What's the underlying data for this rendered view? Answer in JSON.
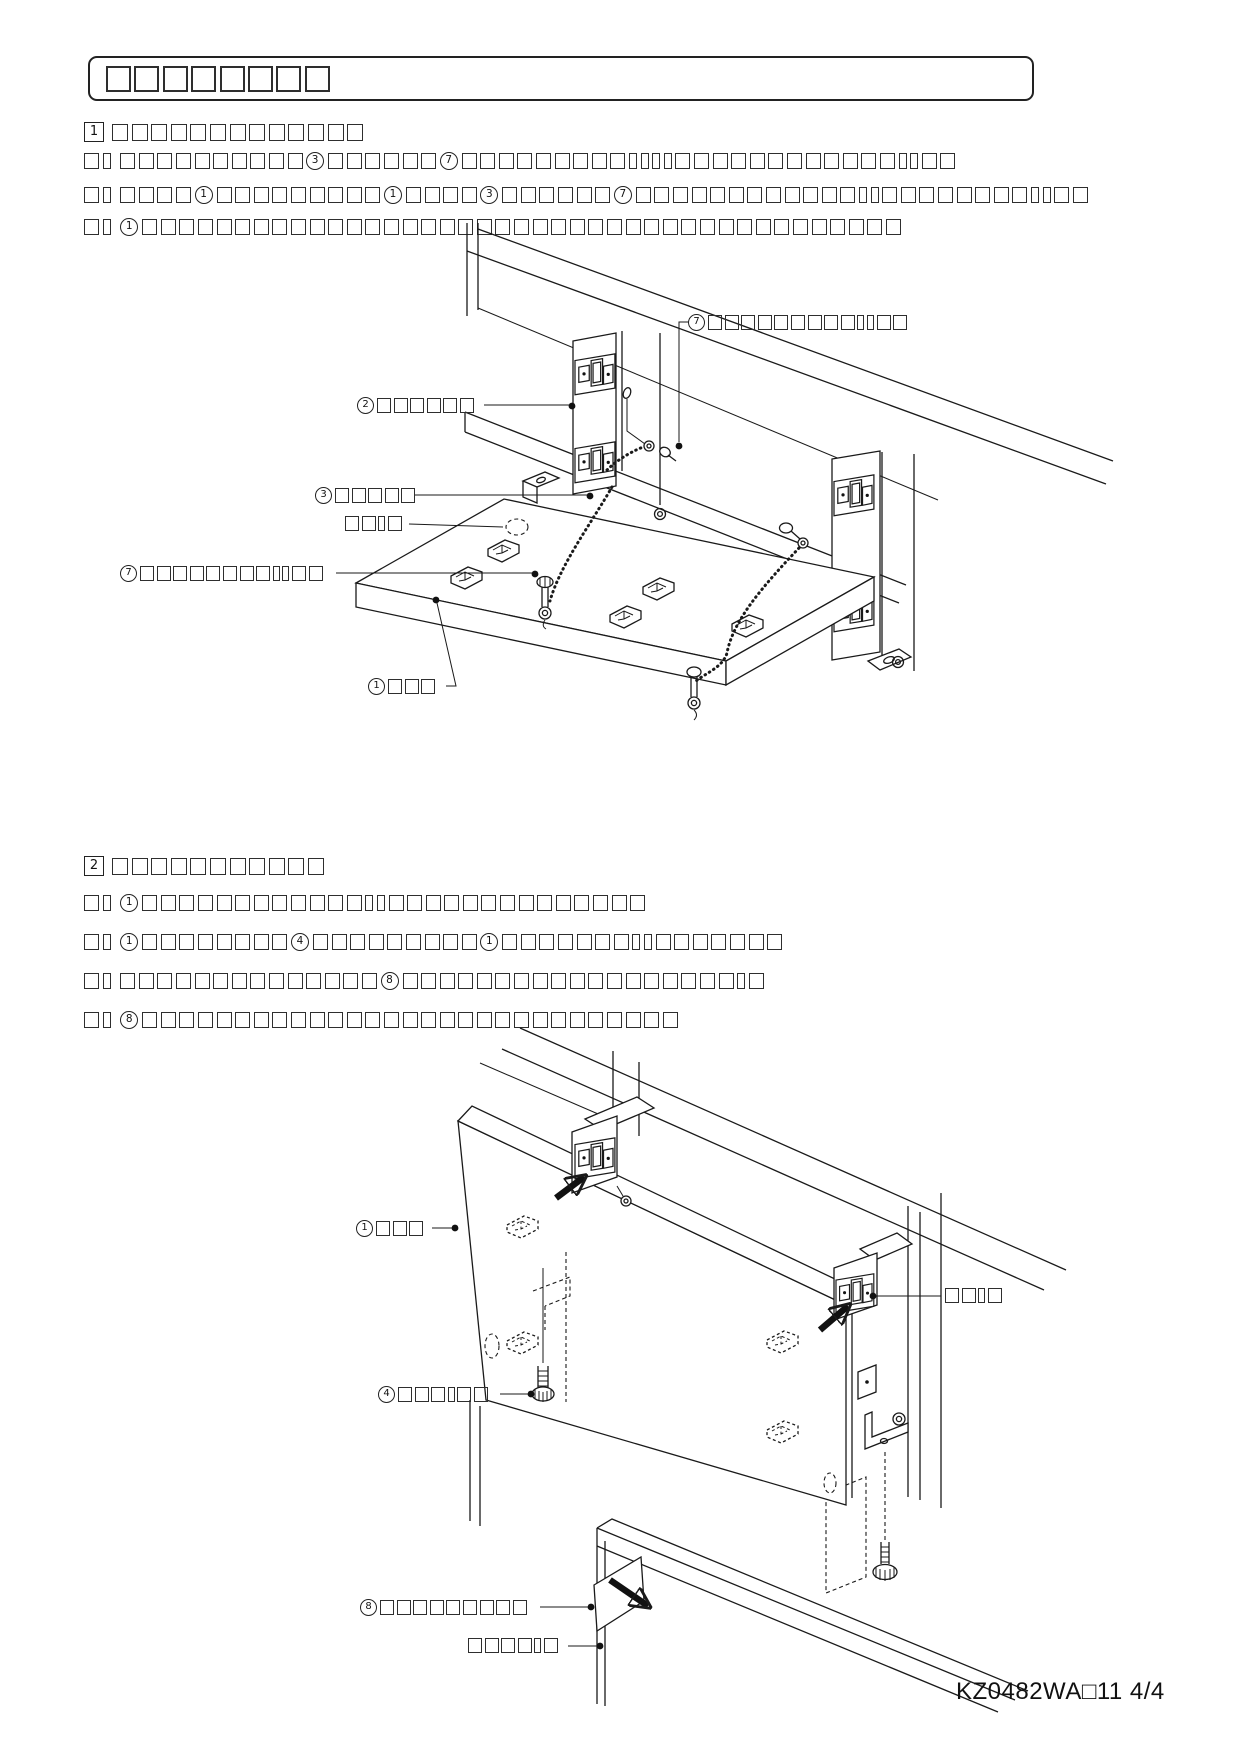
{
  "title": {
    "text": "□□□□□□□□"
  },
  "sections": [
    {
      "num": "1",
      "header": "□□□□□□□□□□□□□",
      "bullets": [
        "□▫ □□□□□□□□□□③□□□□□□⑦□□□□□□□□□▫▫▫▫□□□□□□□□□□□□▫▫□□",
        "□▫ □□□□①□□□□□□□□□①□□□□③□□□□□□⑦□□□□□□□□□□□□▫▫□□□□□□□□▫▫□□",
        "□▫ ①□□□□□□□□□□□□□□□□□□□□□□□□□□□□□□□□□□□□□□□□□"
      ]
    },
    {
      "num": "2",
      "header": "□□□□□□□□□□□",
      "bullets": [
        "□▫ ①□□□□□□□□□□□□▫▫□□□□□□□□□□□□□□",
        "□▫ ①□□□□□□□□④□□□□□□□□□①□□□□□□□▫▫□□□□□□□",
        "□▫ □□□□□□□□□□□□□□⑧□□□□□□□□□□□□□□□□□□▫□",
        "□▫ ⑧□□□□□□□□□□□□□□□□□□□□□□□□□□□□□"
      ]
    }
  ],
  "diagram1": {
    "labels": {
      "screw_top": "⑦□□□□□□□□□▫▫□□",
      "bracket": "②□□□□□□",
      "rail": "③□□□□□",
      "hole": "□□▫□",
      "screw_left": "⑦□□□□□□□□▫▫□□",
      "board": "①□□□"
    }
  },
  "diagram2": {
    "labels": {
      "board": "①□□□",
      "bracket": "□□▫□",
      "thumbscrew": "④□□□▫□□",
      "plate": "⑧□□□□□□□□□",
      "rail": "□□□□▫□"
    }
  },
  "footer": {
    "doc_code": "KZ0482WA□11  4/4"
  }
}
